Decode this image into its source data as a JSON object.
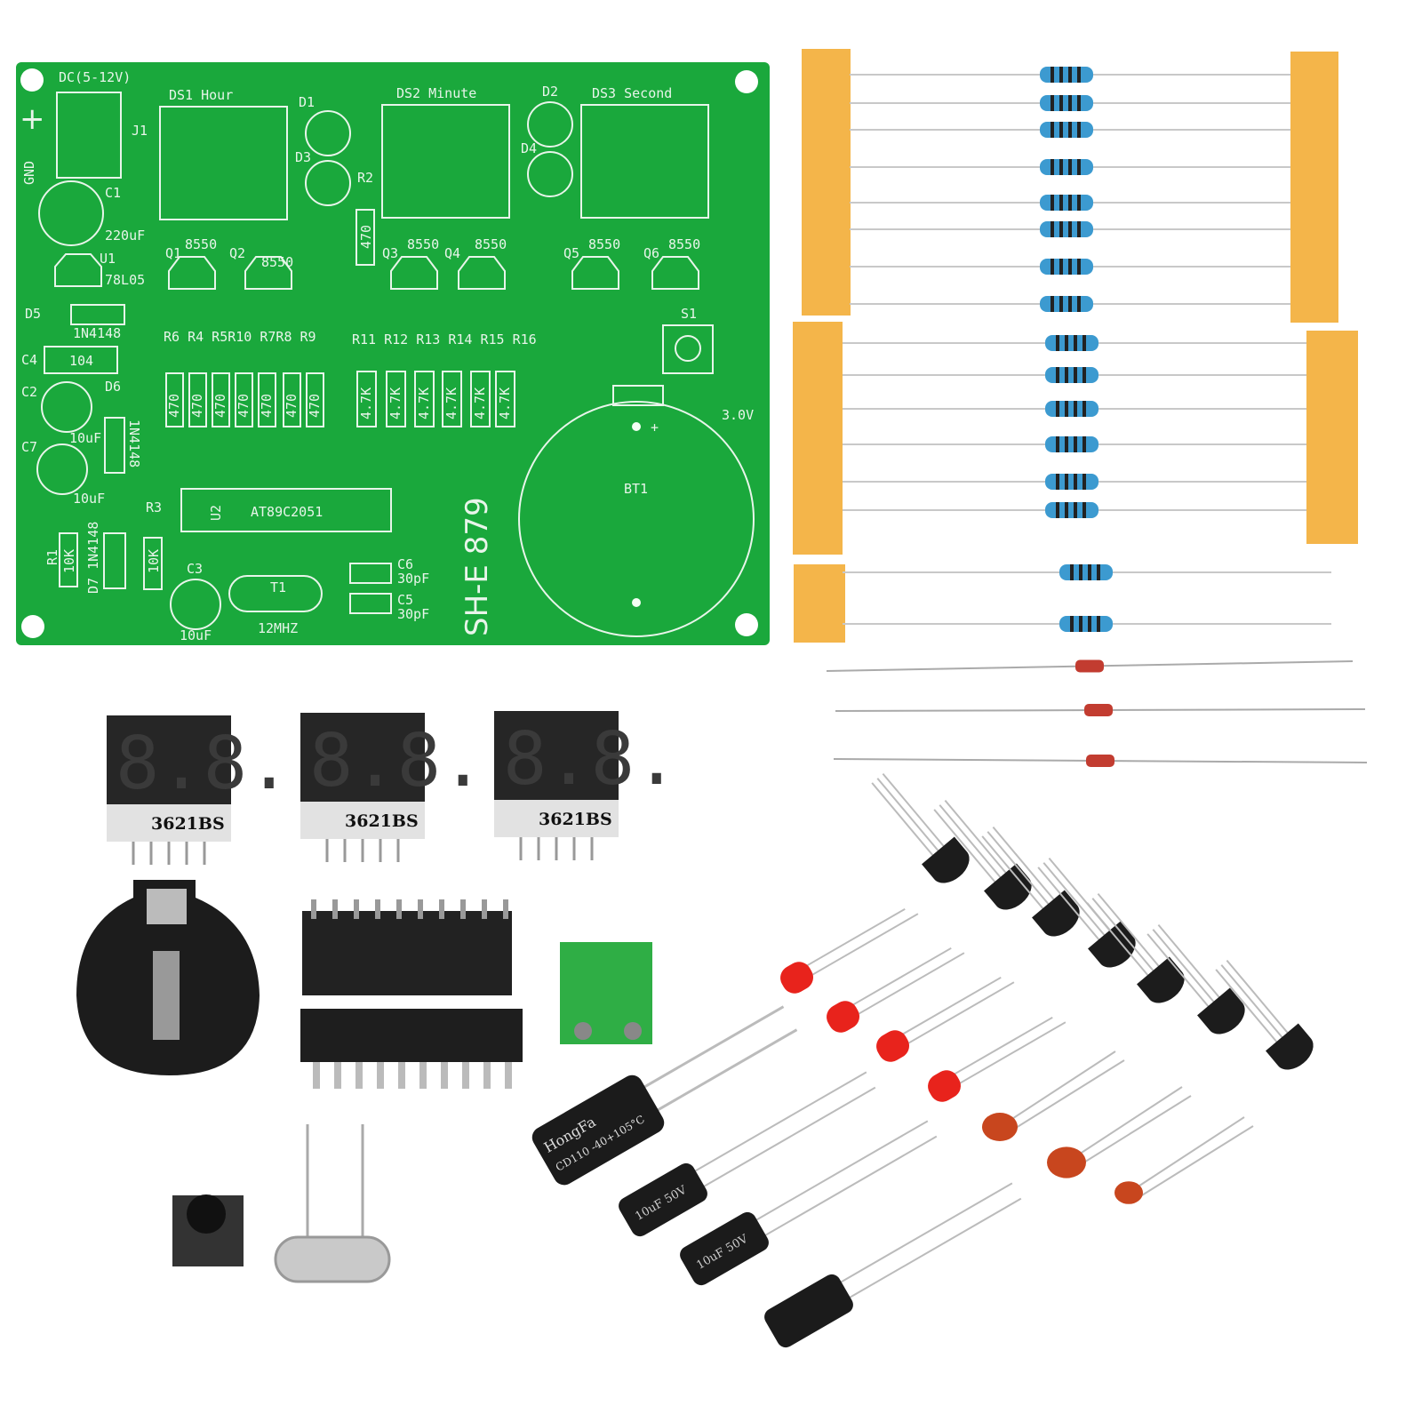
{
  "colors": {
    "pcb": "#1aa83c",
    "silkscreen": "#e8f5ea",
    "tape": "#f4b54a",
    "resistor_body": "#3c9ad0",
    "led": "#e8231c",
    "capacitor": "#c8461e",
    "black_part": "#1c1c1c",
    "terminal": "#2fae45"
  },
  "pcb": {
    "power": "DC(5-12V)",
    "plus": "+",
    "gnd": "GND",
    "j1": "J1",
    "c1": "C1",
    "c1_val": "220uF",
    "u1": "U1",
    "u1_val": "78L05",
    "ds1": "DS1  Hour",
    "ds2": "DS2  Minute",
    "ds3": "DS3  Second",
    "d1": "D1",
    "d2": "D2",
    "d3": "D3",
    "d4": "D4",
    "r2": "R2",
    "r2_val": "470",
    "q1": "Q1",
    "q2": "Q2",
    "q3": "Q3",
    "q4": "Q4",
    "q5": "Q5",
    "q6": "Q6",
    "q_val": "8550",
    "d5": "D5",
    "d5_val": "1N4148",
    "c4": "C4",
    "c4_val": "104",
    "c2": "C2",
    "c2_val": "10uF",
    "d6": "D6",
    "d6_val": "1N4148",
    "c7": "C7",
    "c7_val": "10uF",
    "r_group1": "R6 R4 R5R10 R7R8 R9",
    "r_group1_val": "470",
    "r_group2": "R11 R12 R13 R14 R15 R16",
    "r_group2_val": "4.7K",
    "s1": "S1",
    "bat_voltage": "3.0V",
    "bt1": "BT1",
    "bt_plus": "+",
    "u2": "U2",
    "u2_val": "AT89C2051",
    "model": "SH-E 879",
    "r1": "R1",
    "r1_val": "10K",
    "d7": "D7 1N4148",
    "r3": "R3",
    "r3_val": "10K",
    "c3": "C3",
    "c3_val": "10uF",
    "t1": "T1",
    "t1_val": "12MHZ",
    "c6": "C6",
    "c6_val": "30pF",
    "c5": "C5",
    "c5_val": "30pF"
  },
  "parts": {
    "display_label": "3621BS",
    "display_digits": "8.8.",
    "cap_brand": "HongFa",
    "cap_spec": "CD110 -40+105°C",
    "cap_rating": "10uF 50V"
  }
}
